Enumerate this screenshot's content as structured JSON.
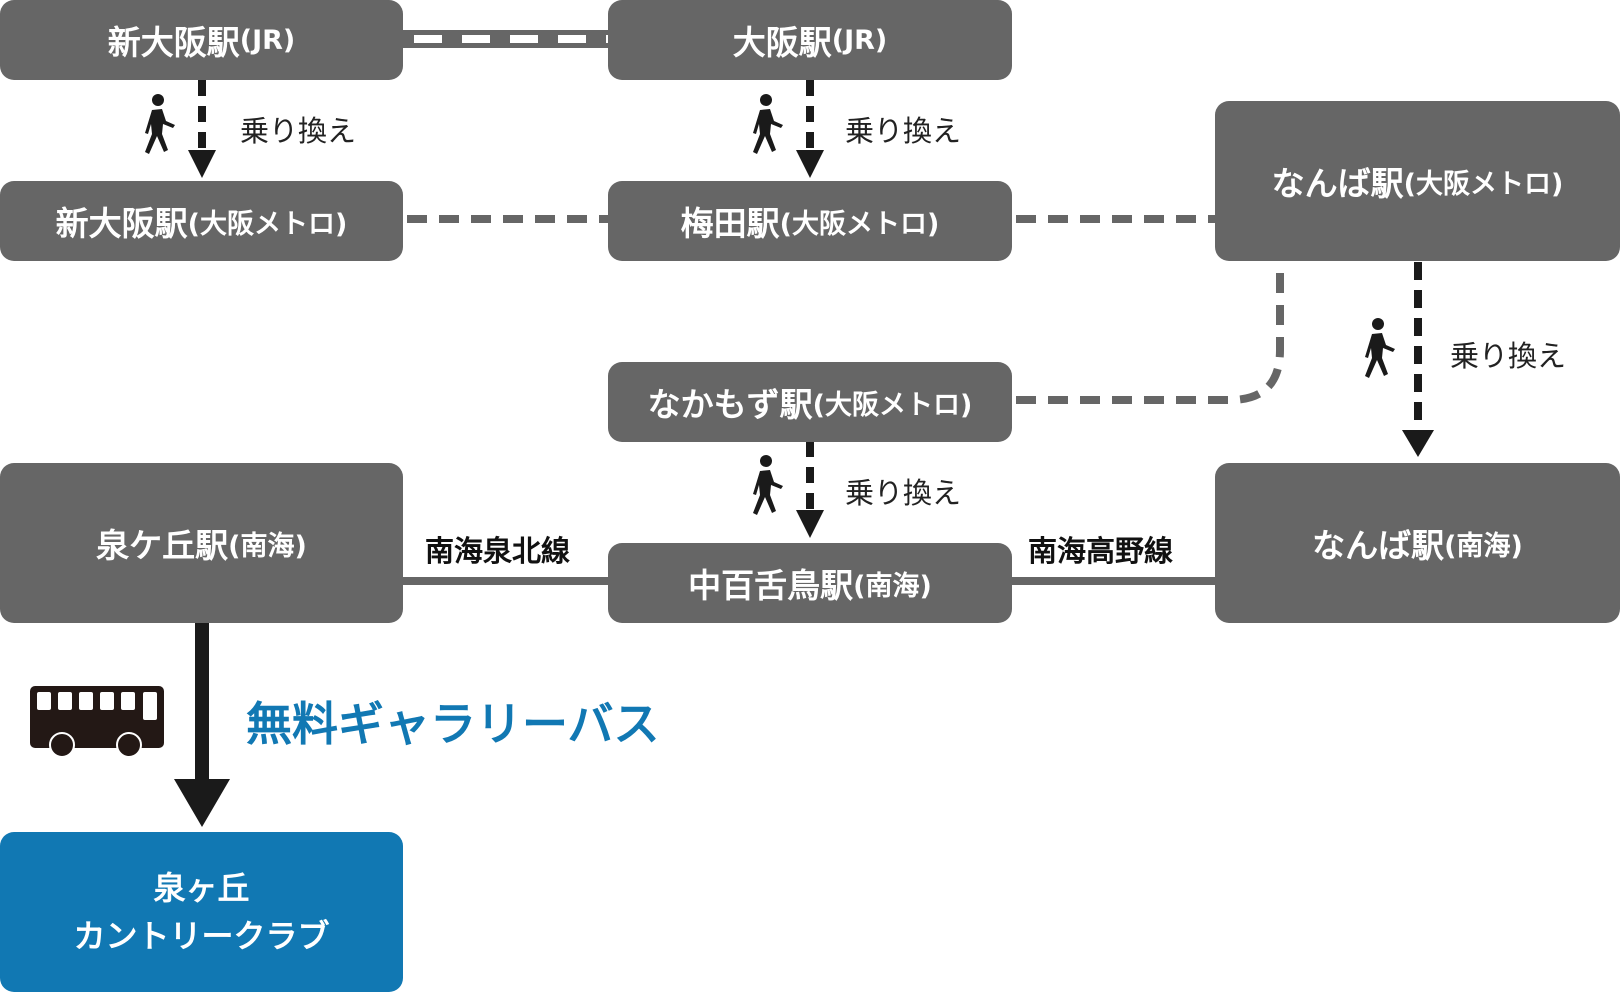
{
  "stations": {
    "shin_osaka_jr": {
      "name": "新大阪駅",
      "operator": "(JR)"
    },
    "osaka_jr": {
      "name": "大阪駅",
      "operator": "(JR)"
    },
    "shin_osaka_metro": {
      "name": "新大阪駅",
      "operator": "(大阪メトロ)"
    },
    "umeda_metro": {
      "name": "梅田駅",
      "operator": "(大阪メトロ)"
    },
    "namba_metro": {
      "name": "なんば駅",
      "operator": "(大阪メトロ)"
    },
    "nakamozu_metro": {
      "name": "なかもず駅",
      "operator": "(大阪メトロ)"
    },
    "izumigaoka_nankai": {
      "name": "泉ケ丘駅",
      "operator": "(南海)"
    },
    "mozu_nankai": {
      "name": "中百舌鳥駅",
      "operator": "(南海)"
    },
    "namba_nankai": {
      "name": "なんば駅",
      "operator": "(南海)"
    }
  },
  "destination": {
    "line1": "泉ヶ丘",
    "line2": "カントリークラブ",
    "color": "#1178b3"
  },
  "transfer_label": "乗り換え",
  "lines": {
    "senboku": "南海泉北線",
    "koya": "南海高野線"
  },
  "bus": {
    "label": "無料ギャラリーバス",
    "icon": "bus-icon"
  },
  "colors": {
    "station_box": "#666666",
    "accent": "#1178b3",
    "arrow": "#1a1a1a"
  }
}
